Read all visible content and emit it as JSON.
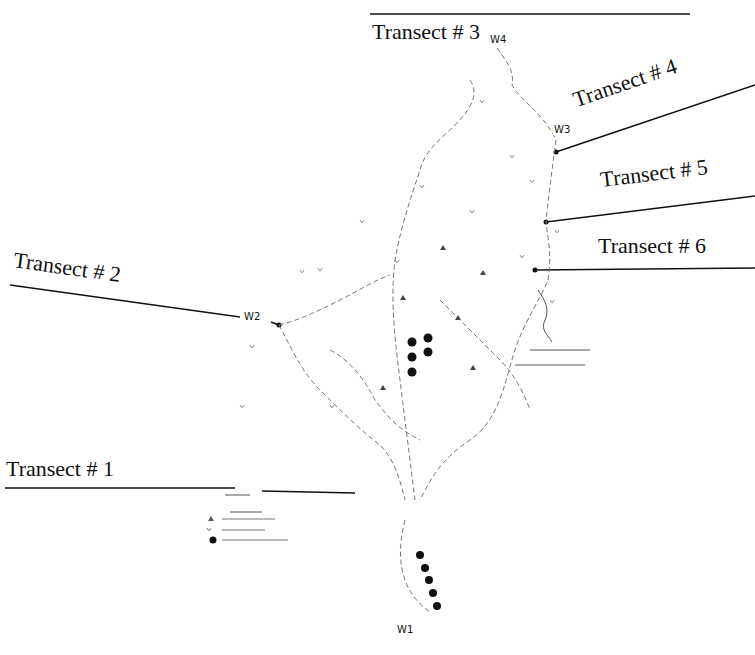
{
  "diagram": {
    "labels": [
      "Transect # 3",
      "W4",
      "Transect # 4",
      "W3",
      "Transect # 5",
      "Transect # 2",
      "W2",
      "Transect # 6",
      "Transect # 1",
      "W1"
    ]
  }
}
